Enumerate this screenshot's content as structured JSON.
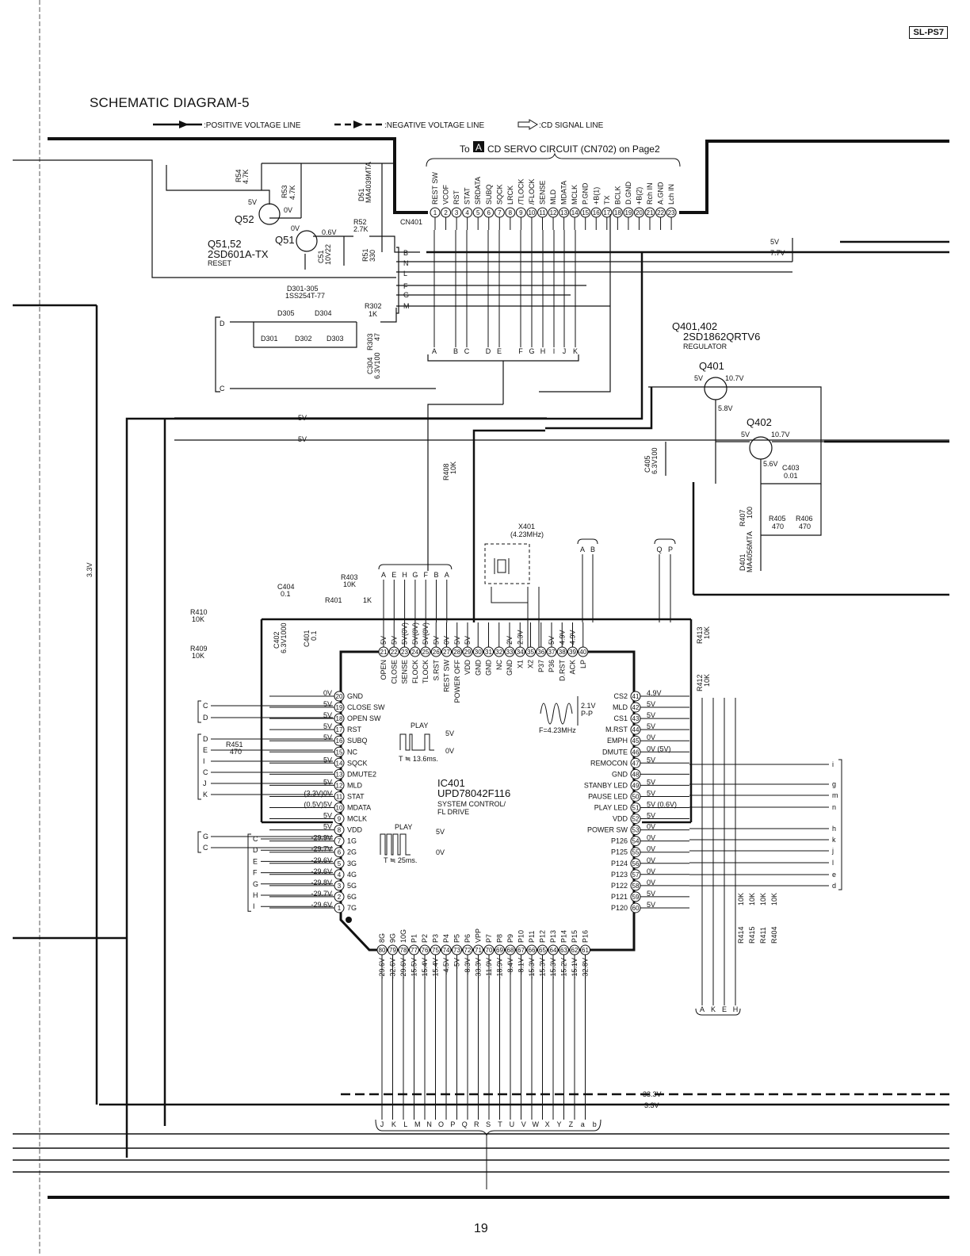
{
  "title": "SCHEMATIC DIAGRAM-5",
  "model": "SL-PS7",
  "page_number": "19",
  "legend": {
    "positive": ":POSITIVE VOLTAGE LINE",
    "negative": ":NEGATIVE VOLTAGE LINE",
    "signal": ":CD SIGNAL LINE"
  },
  "connector": {
    "header_to": "To",
    "header_badge": "A",
    "header_rest": "CD SERVO CIRCUIT (CN702) on Page2",
    "ref": "CN401",
    "pins": [
      "REST SW",
      "VCOF",
      "RST",
      "STAT",
      "SRDATA",
      "SUBQ",
      "SQCK",
      "LRCK",
      "/TLOCK",
      "/FLOCK",
      "SENSE",
      "MLD",
      "MDATA",
      "MCLK",
      "P.GND",
      "+B(1)",
      "TX",
      "BCLK",
      "D.GND",
      "+B(2)",
      "Rch IN",
      "A.GND",
      "Lch IN"
    ],
    "letters": [
      "A",
      "B",
      "C",
      "D",
      "E",
      "F",
      "G",
      "H",
      "I",
      "J",
      "K"
    ]
  },
  "reset": {
    "q52": "Q52",
    "q51": "Q51",
    "title": "Q51,52",
    "part": "2SD601A-TX",
    "func": "RESET",
    "r54": "R54",
    "r54v": "4.7K",
    "r53": "R53",
    "r53v": "4.7K",
    "d51": "D51",
    "d51p": "MA4039MTA",
    "r52": "R52",
    "r52v": "2.7K",
    "r51": "R51",
    "r51v": "330",
    "c51": "C51",
    "c51v": "10V22",
    "v5": "5V",
    "v0": "0V",
    "v0b": "0V",
    "v06": "0.6V"
  },
  "diodes": {
    "group": "D301-305",
    "part": "1SS254T-77",
    "d305": "D305",
    "d304": "D304",
    "d301": "D301",
    "d302": "D302",
    "d303": "D303",
    "r302": "R302",
    "r302v": "1K",
    "r303": "R303",
    "r303v": "47",
    "c304": "C304",
    "c304v": "6.3V100"
  },
  "bus_labels": {
    "b": "B",
    "n": "N",
    "l": "L",
    "f": "F",
    "g": "G",
    "m": "M",
    "d": "D",
    "c": "C",
    "v5": "5V",
    "v77": "7.7V",
    "v33": "3.3V",
    "vm33": "-33.3V"
  },
  "regulator": {
    "title": "Q401,402",
    "part": "2SD1862QRTV6",
    "func": "REGULATOR",
    "q401": "Q401",
    "q402": "Q402",
    "v5a": "5V",
    "v107a": "10.7V",
    "v58a": "5.8V",
    "v5b": "5V",
    "v107b": "10.7V",
    "v58b": "5.6V",
    "c403": "C403",
    "c403v": "0.01",
    "c405": "C405",
    "c405v": "6.3V100",
    "r407": "R407",
    "r407v": "100",
    "r405": "R405",
    "r405v": "470",
    "r406": "R406",
    "r406v": "470",
    "d401": "D401",
    "d401p": "MA4056MTA"
  },
  "misc": {
    "r408": "R408",
    "r408v": "10K",
    "x401": "X401",
    "x401f": "(4.23MHz)",
    "c404": "C404",
    "c404v": "0.1",
    "r403": "R403",
    "r403v": "10K",
    "r401": "R401",
    "r401v": "1K",
    "c402": "C402",
    "c402v": "6.3V1000",
    "c401": "C401",
    "c401v": "0.1",
    "r410": "R410",
    "r410v": "10K",
    "r409": "R409",
    "r409v": "10K",
    "r451": "R451",
    "r451v": "470",
    "r413": "R413",
    "r413v": "10K",
    "r412": "R412",
    "r412v": "10K",
    "r414": "R414",
    "r415": "R415",
    "r411": "R411",
    "r404": "R404",
    "r10k": "10K"
  },
  "ic": {
    "ref": "IC401",
    "part": "UPD78042F116",
    "func1": "SYSTEM CONTROL/",
    "func2": "FL DRIVE",
    "left": [
      {
        "n": "20",
        "name": "GND",
        "v": "0V"
      },
      {
        "n": "19",
        "name": "CLOSE SW",
        "v": "5V"
      },
      {
        "n": "18",
        "name": "OPEN SW",
        "v": "5V"
      },
      {
        "n": "17",
        "name": "RST",
        "v": "5V"
      },
      {
        "n": "16",
        "name": "SUBQ",
        "v": "5V"
      },
      {
        "n": "15",
        "name": "NC",
        "v": ""
      },
      {
        "n": "14",
        "name": "SQCK",
        "v": "5V"
      },
      {
        "n": "13",
        "name": "DMUTE2",
        "v": ""
      },
      {
        "n": "12",
        "name": "MLD",
        "v": "5V"
      },
      {
        "n": "11",
        "name": "STAT",
        "v": "(3.3V)0V"
      },
      {
        "n": "10",
        "name": "MDATA",
        "v": "(0.5V)5V"
      },
      {
        "n": "9",
        "name": "MCLK",
        "v": "5V"
      },
      {
        "n": "8",
        "name": "VDD",
        "v": "5V"
      },
      {
        "n": "7",
        "name": "1G",
        "v": "-29.9V"
      },
      {
        "n": "6",
        "name": "2G",
        "v": "-29.7V"
      },
      {
        "n": "5",
        "name": "3G",
        "v": "-29.6V"
      },
      {
        "n": "4",
        "name": "4G",
        "v": "-29.6V"
      },
      {
        "n": "3",
        "name": "5G",
        "v": "-29.8V"
      },
      {
        "n": "2",
        "name": "6G",
        "v": "-29.7V"
      },
      {
        "n": "1",
        "name": "7G",
        "v": "-29.6V"
      }
    ],
    "right": [
      {
        "n": "41",
        "name": "CS2",
        "v": "4.9V"
      },
      {
        "n": "42",
        "name": "MLD",
        "v": "5V"
      },
      {
        "n": "43",
        "name": "CS1",
        "v": "5V"
      },
      {
        "n": "44",
        "name": "M.RST",
        "v": "5V"
      },
      {
        "n": "45",
        "name": "EMPH",
        "v": "0V"
      },
      {
        "n": "46",
        "name": "DMUTE",
        "v": "0V (5V)"
      },
      {
        "n": "47",
        "name": "REMOCON",
        "v": "5V"
      },
      {
        "n": "48",
        "name": "GND",
        "v": ""
      },
      {
        "n": "49",
        "name": "STANBY LED",
        "v": "5V"
      },
      {
        "n": "50",
        "name": "PAUSE LED",
        "v": "5V"
      },
      {
        "n": "51",
        "name": "PLAY LED",
        "v": "5V (0.6V)"
      },
      {
        "n": "52",
        "name": "VDD",
        "v": "5V"
      },
      {
        "n": "53",
        "name": "POWER SW",
        "v": "0V"
      },
      {
        "n": "54",
        "name": "P126",
        "v": "0V"
      },
      {
        "n": "55",
        "name": "P125",
        "v": "0V"
      },
      {
        "n": "56",
        "name": "P124",
        "v": "0V"
      },
      {
        "n": "57",
        "name": "P123",
        "v": "0V"
      },
      {
        "n": "58",
        "name": "P122",
        "v": "0V"
      },
      {
        "n": "59",
        "name": "P121",
        "v": "5V"
      },
      {
        "n": "60",
        "name": "P120",
        "v": "5V"
      }
    ],
    "top": [
      {
        "n": "21",
        "name": "OPEN",
        "v": "5V"
      },
      {
        "n": "22",
        "name": "CLOSE",
        "v": "5V"
      },
      {
        "n": "23",
        "name": "SENSE",
        "v": "5V(0V)"
      },
      {
        "n": "24",
        "name": "FLOCK",
        "v": "5V(0V)"
      },
      {
        "n": "25",
        "name": "TLOCK",
        "v": "5V(0V)"
      },
      {
        "n": "26",
        "name": "S.RST",
        "v": "5V"
      },
      {
        "n": "27",
        "name": "REST SW",
        "v": "0V"
      },
      {
        "n": "28",
        "name": "POWER OFF",
        "v": "5V"
      },
      {
        "n": "29",
        "name": "VDD",
        "v": "5V"
      },
      {
        "n": "30",
        "name": "GND",
        "v": ""
      },
      {
        "n": "31",
        "name": "GND",
        "v": ""
      },
      {
        "n": "32",
        "name": "NC",
        "v": ""
      },
      {
        "n": "33",
        "name": "GND",
        "v": "2V"
      },
      {
        "n": "34",
        "name": "X1",
        "v": "2.3V"
      },
      {
        "n": "35",
        "name": "X2",
        "v": ""
      },
      {
        "n": "36",
        "name": "P37",
        "v": ""
      },
      {
        "n": "37",
        "name": "P36",
        "v": "5V"
      },
      {
        "n": "38",
        "name": "D.RST",
        "v": "4.9V"
      },
      {
        "n": "39",
        "name": "ACK",
        "v": "4.9V"
      },
      {
        "n": "40",
        "name": "LP",
        "v": ""
      }
    ],
    "bottom": [
      {
        "n": "80",
        "name": "8G",
        "v": "-29.6V"
      },
      {
        "n": "79",
        "name": "9G",
        "v": "-32.6V"
      },
      {
        "n": "78",
        "name": "10G",
        "v": "-29.6V"
      },
      {
        "n": "77",
        "name": "P1",
        "v": "-15.5V"
      },
      {
        "n": "76",
        "name": "P2",
        "v": "-15.4V"
      },
      {
        "n": "75",
        "name": "P3",
        "v": "-15.4V"
      },
      {
        "n": "74",
        "name": "P4",
        "v": "-4.5V"
      },
      {
        "n": "73",
        "name": "P5",
        "v": "-5V"
      },
      {
        "n": "72",
        "name": "P6",
        "v": "-8.3V"
      },
      {
        "n": "71",
        "name": "VPP",
        "v": "-33.3V"
      },
      {
        "n": "70",
        "name": "P7",
        "v": "-11.9V"
      },
      {
        "n": "69",
        "name": "P8",
        "v": "-18.9V"
      },
      {
        "n": "68",
        "name": "P9",
        "v": "-8.4V"
      },
      {
        "n": "67",
        "name": "P10",
        "v": "-8.1V"
      },
      {
        "n": "66",
        "name": "P11",
        "v": "-15.3V"
      },
      {
        "n": "65",
        "name": "P12",
        "v": "-15.3V"
      },
      {
        "n": "64",
        "name": "P13",
        "v": "-15.3V"
      },
      {
        "n": "63",
        "name": "P14",
        "v": "-15.2V"
      },
      {
        "n": "62",
        "name": "P15",
        "v": "-15.1V"
      },
      {
        "n": "61",
        "name": "P16",
        "v": "-32.8V"
      }
    ]
  },
  "waveforms": {
    "play1": "PLAY",
    "play1_hi": "5V",
    "play1_lo": "0V",
    "play1_t": "T ≒ 13.6ms.",
    "play2": "PLAY",
    "play2_hi": "5V",
    "play2_lo": "0V",
    "play2_t": "T ≒ 25ms.",
    "osc_amp": "2.1V",
    "osc_pp": "P-P",
    "osc_f": "F=4.23MHz"
  },
  "left_bracket_labels": {
    "g1": [
      "C",
      "D"
    ],
    "g2": [
      "D",
      "E",
      "I",
      "C",
      "J",
      "K"
    ],
    "g3": [
      "G",
      "C"
    ],
    "g4": [
      "C",
      "D",
      "E",
      "F",
      "G",
      "H",
      "I"
    ]
  },
  "top_bracket_labels": {
    "ae": [
      "A",
      "E",
      "H",
      "G",
      "F",
      "B",
      "A"
    ],
    "ab": [
      "A",
      "B"
    ],
    "qp": [
      "Q",
      "P"
    ]
  },
  "right_letters": [
    "i",
    "g",
    "m",
    "n",
    "h",
    "k",
    "j",
    "l",
    "e",
    "d"
  ],
  "bottom_letters": [
    "J",
    "K",
    "L",
    "M",
    "N",
    "O",
    "P",
    "Q",
    "R",
    "S",
    "T",
    "U",
    "V",
    "W",
    "X",
    "Y",
    "Z",
    "a",
    "b"
  ],
  "akeh_letters": [
    "A",
    "K",
    "E",
    "H"
  ]
}
